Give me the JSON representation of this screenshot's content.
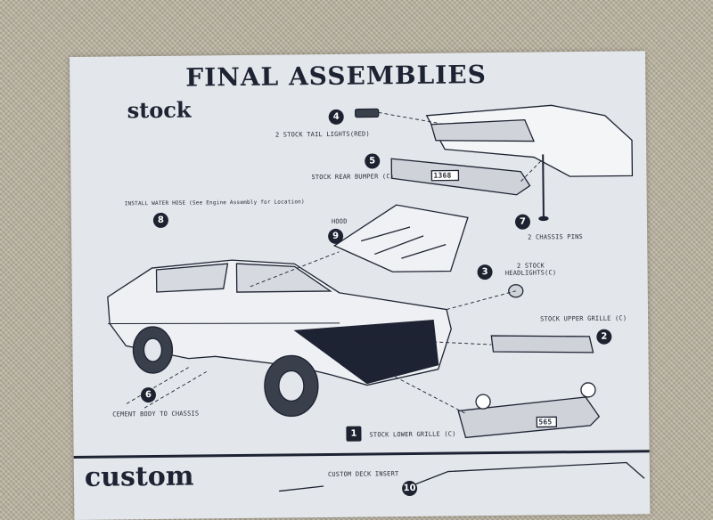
{
  "title": "FINAL ASSEMBLIES",
  "section_stock": "stock",
  "section_custom": "custom",
  "steps": [
    {
      "num": "4",
      "label": "2 STOCK TAIL LIGHTS(RED)"
    },
    {
      "num": "5",
      "label": "STOCK REAR BUMPER (C)"
    },
    {
      "num": "8",
      "label": "INSTALL WATER HOSE (See Engine Assembly for Location)"
    },
    {
      "num": "9",
      "label": "HOOD"
    },
    {
      "num": "7",
      "label": "2 CHASSIS PINS"
    },
    {
      "num": "3",
      "label": "2 STOCK HEADLIGHTS(C)"
    },
    {
      "num": "2",
      "label": "STOCK UPPER GRILLE (C)"
    },
    {
      "num": "6",
      "label": "CEMENT BODY TO CHASSIS"
    },
    {
      "num": "1",
      "label": "STOCK LOWER GRILLE (C)"
    },
    {
      "num": "10",
      "label": "CUSTOM DECK INSERT"
    }
  ],
  "plates": [
    "1368",
    "565"
  ],
  "colors": {
    "paper": "#e3e6ea",
    "ink": "#1e2333",
    "background": "#b9b29f"
  }
}
